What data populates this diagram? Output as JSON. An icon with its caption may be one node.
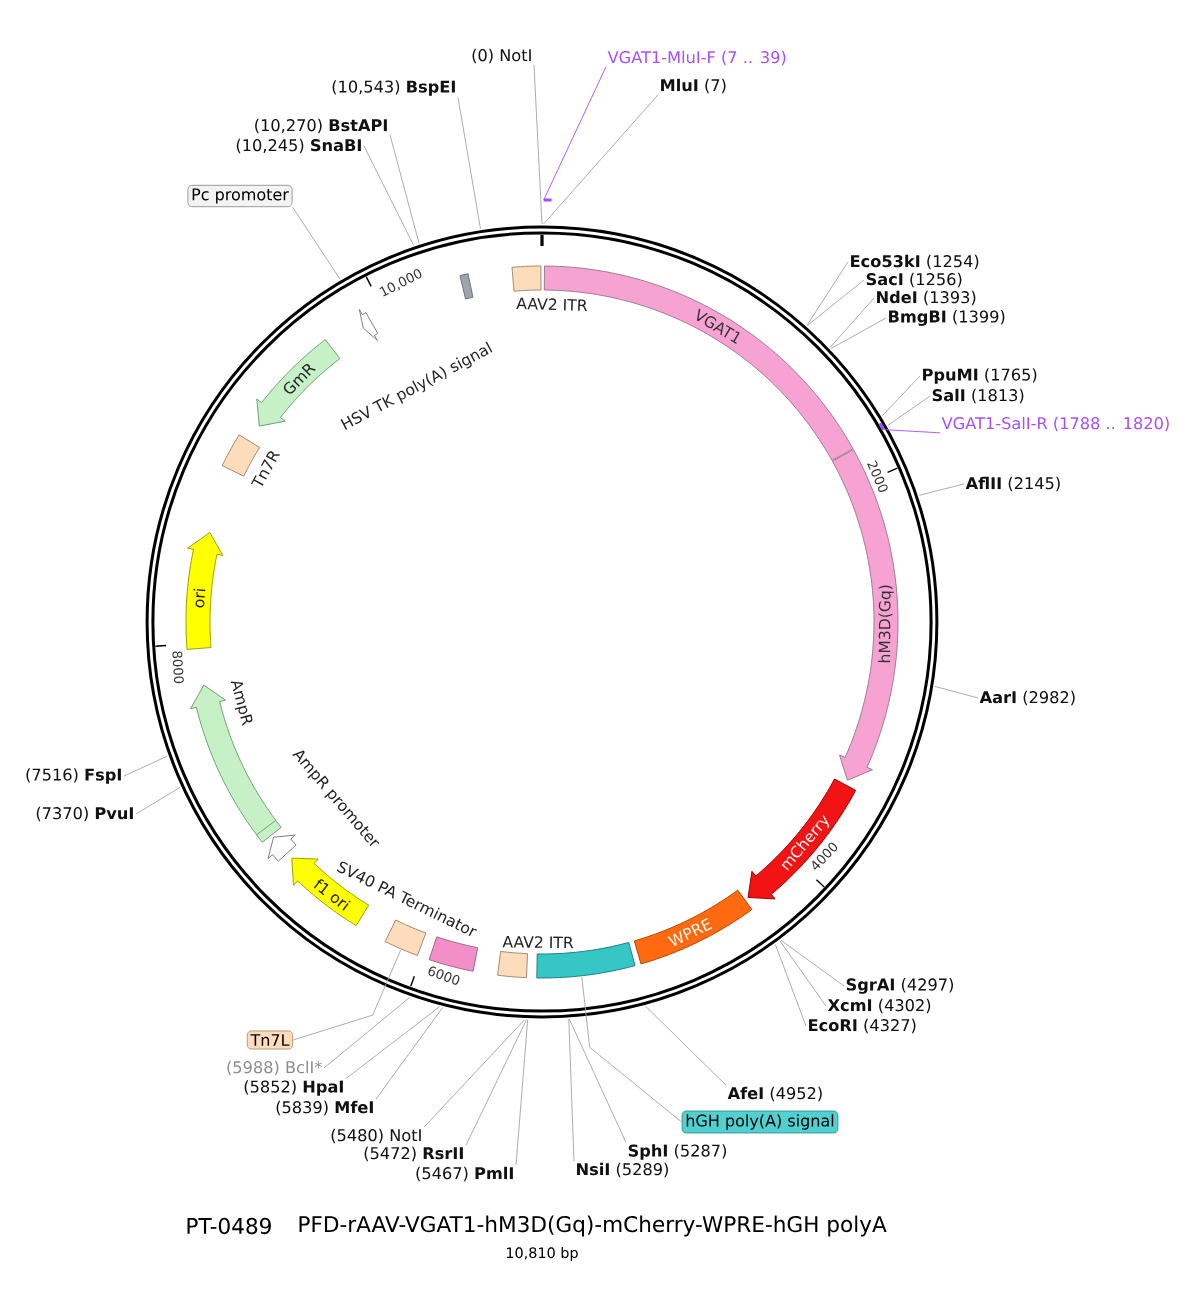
{
  "diagram": {
    "title": "PFD-rAAV-VGAT1-hM3D(Gq)-mCherry-WPRE-hGH polyA",
    "nodes": [
      {
        "text": [
          "(0) NotI"
        ]
      },
      {
        "text": [
          "VGAT1-MluI-F (7 .. 39)"
        ]
      },
      {
        "text": [
          "**MluI** (7)"
        ]
      },
      {
        "text": [
          "**Eco53kI** (1254)"
        ]
      },
      {
        "text": [
          "**SacI** (1256)"
        ]
      },
      {
        "text": [
          "**NdeI** (1393)"
        ]
      },
      {
        "text": [
          "**BmgBI** (1399)"
        ]
      },
      {
        "text": [
          "**PpuMI** (1765)"
        ]
      },
      {
        "text": [
          "**SalI** (1813)"
        ]
      },
      {
        "text": [
          "VGAT1-SalI-R (1788 .. 1820)"
        ]
      },
      {
        "text": [
          "**AflII** (2145)"
        ]
      },
      {
        "text": [
          "**AarI** (2982)"
        ]
      },
      {
        "text": [
          "**SgrAI** (4297)"
        ]
      },
      {
        "text": [
          "**XcmI** (4302)"
        ]
      },
      {
        "text": [
          "**EcoRI** (4327)"
        ]
      },
      {
        "text": [
          "**AfeI** (4952)"
        ]
      },
      {
        "text": [
          "hGH poly(A) signal"
        ]
      },
      {
        "text": [
          "**SphI** (5287)"
        ]
      },
      {
        "text": [
          "**NsiI** (5289)"
        ]
      },
      {
        "text": [
          "(5467) **PmlI**"
        ]
      },
      {
        "text": [
          "(5472) **RsrII**"
        ]
      },
      {
        "text": [
          "(5480) NotI"
        ]
      },
      {
        "text": [
          "(5839) **MfeI**"
        ]
      },
      {
        "text": [
          "(5852) **HpaI**"
        ]
      },
      {
        "text": [
          "(5988) BclI*"
        ]
      },
      {
        "text": [
          "Tn7L"
        ]
      },
      {
        "text": [
          "(7370) **PvuI**"
        ]
      },
      {
        "text": [
          "(7516) **FspI**"
        ]
      },
      {
        "text": [
          "Pc promoter"
        ]
      },
      {
        "text": [
          "(10,245) **SnaBI**"
        ]
      },
      {
        "text": [
          "(10,270) **BstAPI**"
        ]
      },
      {
        "text": [
          "(10,543) **BspEI**"
        ]
      },
      {
        "text": [
          "AAV2 ITR"
        ]
      },
      {
        "text": [
          "VGAT1"
        ]
      },
      {
        "text": [
          "hM3D(Gq)"
        ]
      },
      {
        "text": [
          "mCherry"
        ]
      },
      {
        "text": [
          "WPRE"
        ]
      },
      {
        "text": [],
        "shape": "box"
      },
      {
        "text": [
          "AAV2 ITR"
        ]
      },
      {
        "text": [
          "SV40 PA Terminator"
        ]
      },
      {
        "text": [],
        "shape": "box"
      },
      {
        "text": [
          "f1 ori"
        ]
      },
      {
        "text": [
          "AmpR promoter"
        ]
      },
      {
        "text": [
          "AmpR"
        ]
      },
      {
        "text": [
          "ori"
        ]
      },
      {
        "text": [
          "Tn7R"
        ]
      },
      {
        "text": [
          "GmR"
        ]
      },
      {
        "text": [
          "HSV TK poly(A) signal"
        ]
      },
      {
        "text": [],
        "shape": "box"
      }
    ],
    "edges": [
      {
        "from": 0,
        "to": null,
        "arrow": "none"
      },
      {
        "from": 1,
        "to": null,
        "arrow": "none",
        "color": "#a64dff"
      },
      {
        "from": 2,
        "to": null,
        "arrow": "none"
      },
      {
        "from": 3,
        "to": null,
        "arrow": "none"
      },
      {
        "from": 4,
        "to": null,
        "arrow": "none"
      },
      {
        "from": 5,
        "to": null,
        "arrow": "none"
      },
      {
        "from": 6,
        "to": null,
        "arrow": "none"
      },
      {
        "from": 7,
        "to": null,
        "arrow": "none"
      },
      {
        "from": 8,
        "to": null,
        "arrow": "none"
      },
      {
        "from": 9,
        "to": null,
        "arrow": "none",
        "color": "#a64dff"
      },
      {
        "from": 10,
        "to": null,
        "arrow": "none"
      },
      {
        "from": 11,
        "to": null,
        "arrow": "none"
      },
      {
        "from": 12,
        "to": null,
        "arrow": "none"
      },
      {
        "from": 13,
        "to": null,
        "arrow": "none"
      },
      {
        "from": 14,
        "to": null,
        "arrow": "none"
      },
      {
        "from": 15,
        "to": null,
        "arrow": "none"
      },
      {
        "from": 16,
        "to": 37,
        "arrow": "none"
      },
      {
        "from": 17,
        "to": null,
        "arrow": "none"
      },
      {
        "from": 18,
        "to": null,
        "arrow": "none"
      },
      {
        "from": 19,
        "to": null,
        "arrow": "none"
      },
      {
        "from": 20,
        "to": null,
        "arrow": "none"
      },
      {
        "from": 21,
        "to": null,
        "arrow": "none"
      },
      {
        "from": 22,
        "to": null,
        "arrow": "none"
      },
      {
        "from": 23,
        "to": null,
        "arrow": "none"
      },
      {
        "from": 24,
        "to": null,
        "arrow": "none"
      },
      {
        "from": 25,
        "to": 40,
        "arrow": "none"
      },
      {
        "from": 26,
        "to": null,
        "arrow": "none"
      },
      {
        "from": 27,
        "to": null,
        "arrow": "none"
      },
      {
        "from": 28,
        "to": null,
        "arrow": "none"
      },
      {
        "from": 29,
        "to": null,
        "arrow": "none"
      },
      {
        "from": 30,
        "to": null,
        "arrow": "none"
      },
      {
        "from": 31,
        "to": null,
        "arrow": "none"
      }
    ],
    "labels": [
      "2000",
      "4000",
      "6000",
      "8000",
      "10,000",
      "PT-0489",
      "10,810 bp"
    ]
  }
}
